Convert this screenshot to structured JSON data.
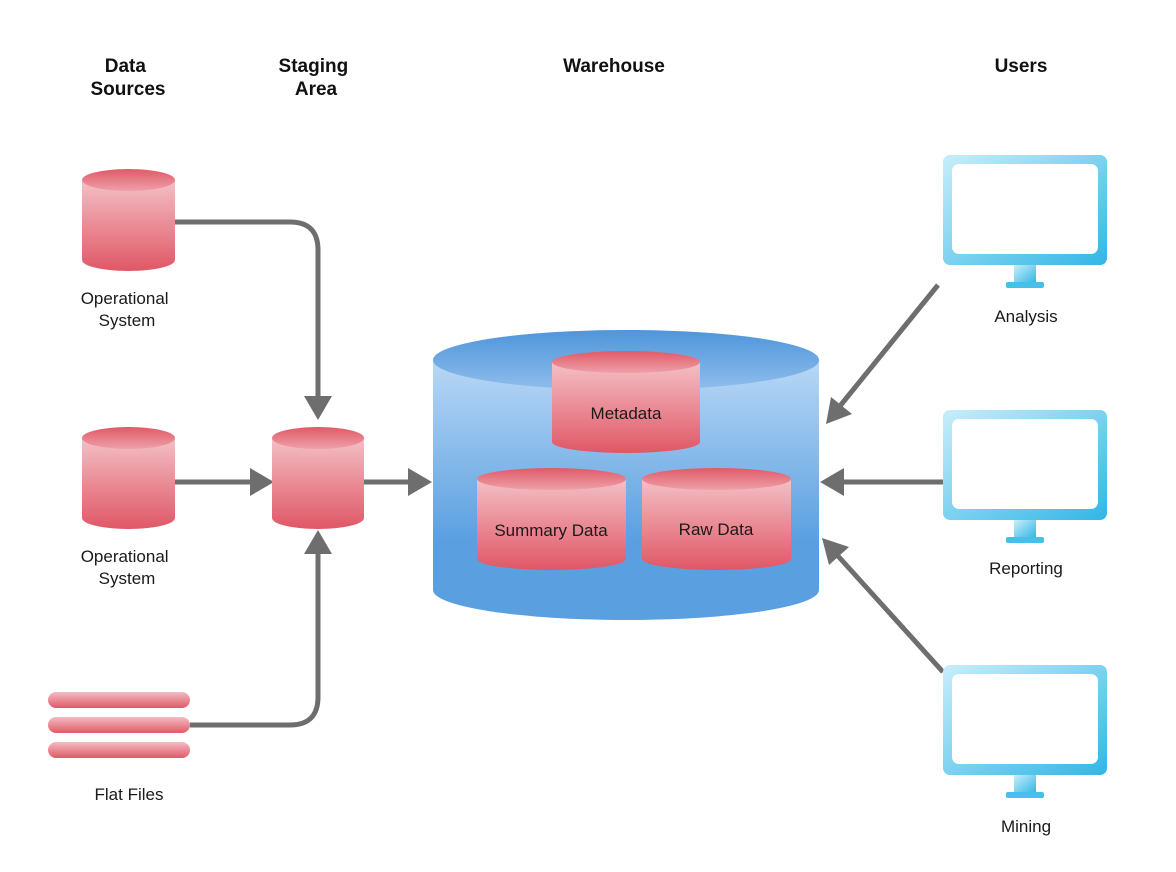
{
  "headers": {
    "sources_line1": "Data",
    "sources_line2": "Sources",
    "staging_line1": "Staging",
    "staging_line2": "Area",
    "warehouse": "Warehouse",
    "users": "Users"
  },
  "sources": [
    {
      "line1": "Operational",
      "line2": "System",
      "icon": "database-cylinder-icon"
    },
    {
      "line1": "Operational",
      "line2": "System",
      "icon": "database-cylinder-icon"
    },
    {
      "line1": "Flat Files",
      "icon": "flat-files-icon"
    }
  ],
  "warehouse": {
    "metadata": "Metadata",
    "summary": "Summary Data",
    "raw": "Raw Data"
  },
  "users": [
    {
      "label": "Analysis",
      "icon": "monitor-icon"
    },
    {
      "label": "Reporting",
      "icon": "monitor-icon"
    },
    {
      "label": "Mining",
      "icon": "monitor-icon"
    }
  ],
  "colors": {
    "cylinder_red": "#e05a68",
    "cylinder_light": "#f3b9c0",
    "warehouse_blue": "#5a9fe0",
    "monitor_blue": "#3bbde8",
    "arrow_grey": "#6e6e6e"
  }
}
